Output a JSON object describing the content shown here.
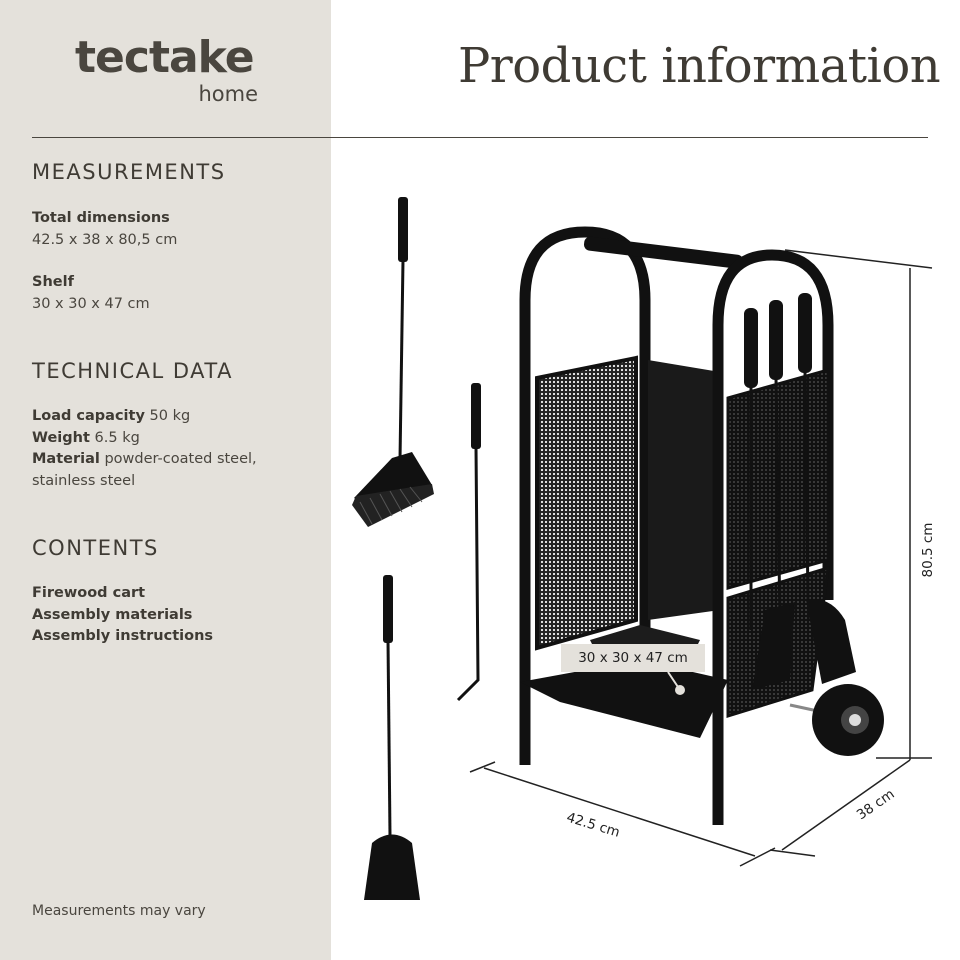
{
  "brand": {
    "name": "tectake",
    "sub": "home"
  },
  "title": "Product information",
  "measurements": {
    "heading": "MEASUREMENTS",
    "total_label": "Total dimensions",
    "total_value": "42.5 x 38 x 80,5 cm",
    "shelf_label": "Shelf",
    "shelf_value": "30 x 30 x 47 cm"
  },
  "technical": {
    "heading": "TECHNICAL DATA",
    "load_label": "Load capacity",
    "load_value": "50 kg",
    "weight_label": "Weight",
    "weight_value": "6.5 kg",
    "material_label": "Material",
    "material_value": "powder-coated steel,",
    "material_value2": "stainless steel"
  },
  "contents": {
    "heading": "CONTENTS",
    "items": [
      "Firewood cart",
      "Assembly materials",
      "Assembly instructions"
    ]
  },
  "footnote": "Measurements may vary",
  "diagram": {
    "shelf_tag": "30 x 30 x 47 cm",
    "height": "80.5 cm",
    "width": "42.5 cm",
    "depth": "38 cm"
  }
}
